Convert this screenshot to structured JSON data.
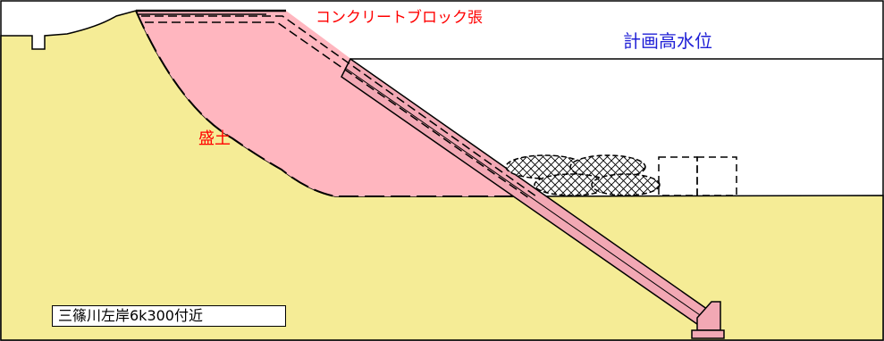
{
  "labels": {
    "concrete_block": "コンクリートブロック張",
    "hwl": "計画高水位",
    "fill": "盛土",
    "location": "三篠川左岸6k300付近"
  },
  "colors": {
    "soil": "#f5ec96",
    "fill": "#ffb6bf",
    "concrete": "#f2a8b4",
    "hwl_text": "#1f1fd6",
    "label_red": "#ff0000"
  }
}
